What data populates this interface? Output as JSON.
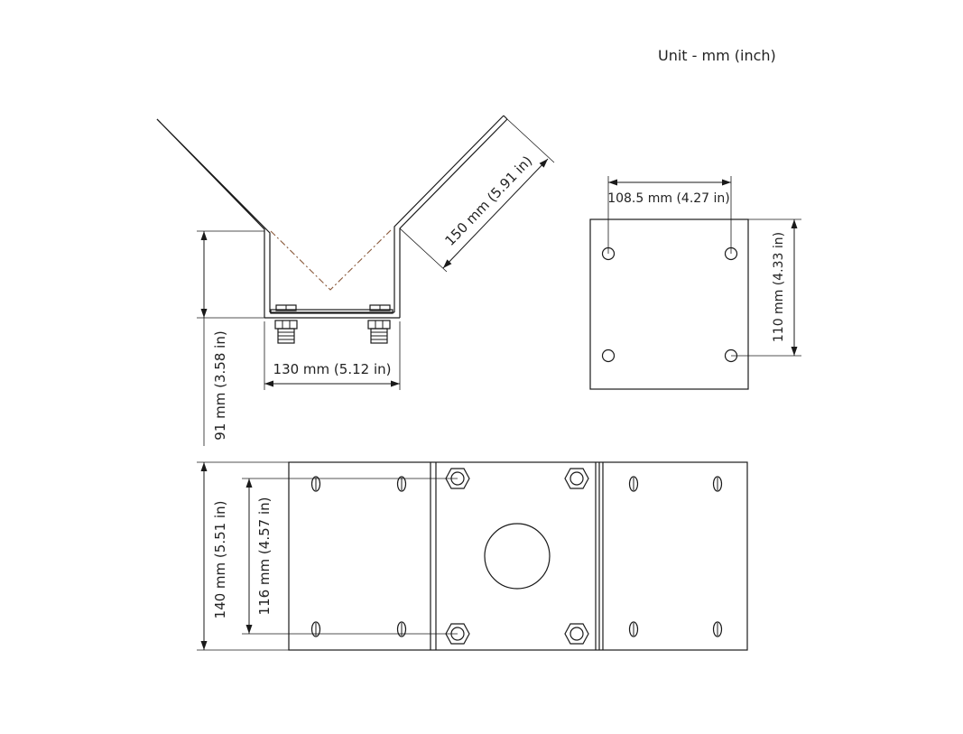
{
  "unit_label": "Unit - mm (inch)",
  "dimensions": {
    "side_depth": "150 mm (5.91 in)",
    "side_height": "91 mm (3.58 in)",
    "side_width": "130 mm (5.12 in)",
    "plate_hole_spacing_h": "108.5 mm (4.27 in)",
    "plate_hole_spacing_v": "110 mm (4.33 in)",
    "bottom_height": "140 mm (5.51 in)",
    "bottom_slot_spacing": "116 mm (4.57 in)"
  },
  "colors": {
    "line": "#1a1a1a",
    "hidden_line": "#8a5a3c",
    "background": "#ffffff"
  }
}
